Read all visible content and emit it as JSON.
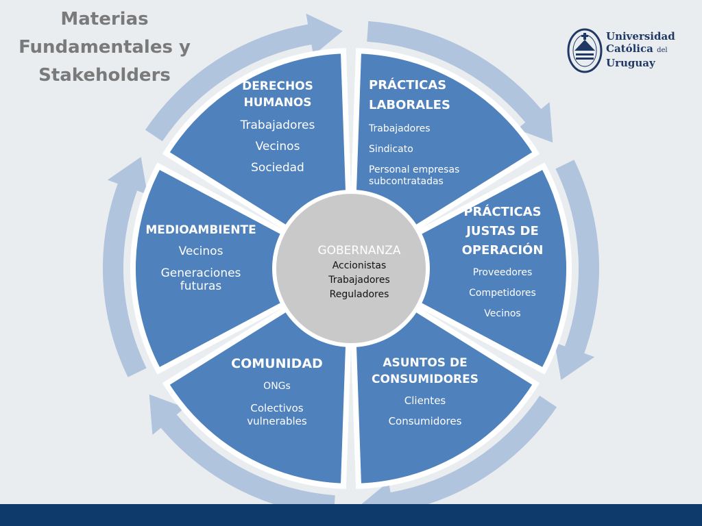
{
  "title_lines": [
    "Materias",
    "Fundamentales y",
    "Stakeholders"
  ],
  "logo": {
    "line1": "Universidad",
    "line2_main": "Católica",
    "line2_small": "del",
    "line3": "Uruguay"
  },
  "colors": {
    "segment": "#4f81bd",
    "arrow": "#b0c4de",
    "center": "#c9c9c9",
    "footer": "#0e3a6b",
    "title": "#7a7a7a"
  },
  "center": {
    "heading": "GOBERNANZA",
    "items": [
      "Accionistas",
      "Trabajadores",
      "Reguladores"
    ]
  },
  "segments": {
    "derechos": {
      "heading": [
        "DERECHOS",
        "HUMANOS"
      ],
      "items": [
        "Trabajadores",
        "Vecinos",
        "Sociedad"
      ]
    },
    "laborales": {
      "heading": [
        "PRÁCTICAS",
        "LABORALES"
      ],
      "items": [
        "Trabajadores",
        "Sindicato",
        "Personal empresas",
        "subcontratadas"
      ]
    },
    "justas": {
      "heading": [
        "PRÁCTICAS",
        "JUSTAS DE",
        "OPERACIÓN"
      ],
      "items": [
        "Proveedores",
        "Competidores",
        "Vecinos"
      ]
    },
    "consumidores": {
      "heading": [
        "ASUNTOS DE",
        "CONSUMIDORES"
      ],
      "items": [
        "Clientes",
        "Consumidores"
      ]
    },
    "comunidad": {
      "heading": [
        "COMUNIDAD"
      ],
      "items": [
        "ONGs",
        "Colectivos",
        "vulnerables"
      ]
    },
    "medioambiente": {
      "heading": [
        "MEDIOAMBIENTE"
      ],
      "items": [
        "Vecinos",
        "Generaciones",
        "futuras"
      ]
    }
  }
}
